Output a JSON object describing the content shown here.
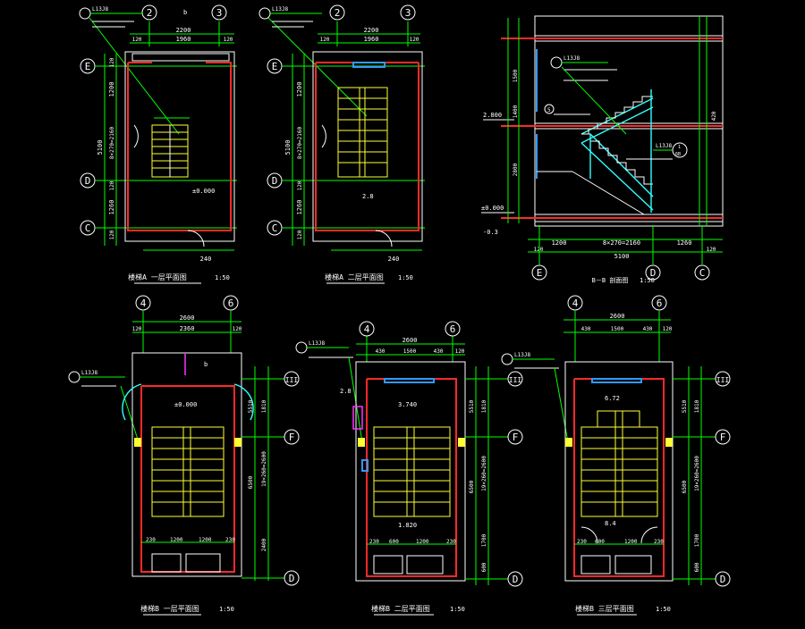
{
  "colors": {
    "background": "#000000",
    "dimension": "#00ff00",
    "outline": "#ffffff",
    "wall": "#ff2a2a",
    "stair": "#ffff33",
    "railing": "#33ffff",
    "magenta": "#ff33ff",
    "window": "#3399ff"
  },
  "axes": {
    "plan_a1": {
      "top": [
        "2",
        "3"
      ],
      "left": [
        "E",
        "D",
        "C"
      ]
    },
    "plan_a2": {
      "top": [
        "2",
        "3"
      ],
      "left": [
        "E",
        "D",
        "C"
      ]
    },
    "section": {
      "bottom": [
        "E",
        "D",
        "C"
      ]
    },
    "plan_b1": {
      "top": [
        "4",
        "6"
      ],
      "right": [
        "III",
        "F",
        "D"
      ]
    },
    "plan_b2": {
      "top": [
        "4",
        "6"
      ],
      "right": [
        "III",
        "F",
        "D"
      ]
    },
    "plan_b3": {
      "top": [
        "4",
        "6"
      ],
      "right": [
        "III",
        "F",
        "D"
      ]
    }
  },
  "plan_a1": {
    "title": "楼梯A 一层平面图",
    "scale": "1:50",
    "dim_top": [
      "2200",
      "1960",
      "120",
      "120"
    ],
    "dim_left": [
      "1200",
      "5100",
      "8×270=2160",
      "1260",
      "120",
      "120",
      "120"
    ],
    "dim_bottom": "240",
    "elevation": "±0.000",
    "tag": "L13J8",
    "cut": "b"
  },
  "plan_a2": {
    "title": "楼梯A 二层平面图",
    "scale": "1:50",
    "dim_top": [
      "2200",
      "1960",
      "120",
      "120"
    ],
    "dim_left": [
      "1200",
      "5100",
      "8×270=2160",
      "1260",
      "120",
      "120"
    ],
    "dim_bottom": "240",
    "elevation": "2.8",
    "tag": "L13J8"
  },
  "section": {
    "title": "B－B 剖面图",
    "scale": "1:50",
    "levels": [
      "2.800",
      "±0.000",
      "-0.3"
    ],
    "dim_bottom": [
      "1200",
      "8×270=2160",
      "1260",
      "5100",
      "120",
      "120"
    ],
    "dim_left": [
      "1500",
      "1400",
      "2800",
      "420"
    ],
    "tags": [
      "L13J8",
      "L13J8"
    ],
    "sub_index": [
      "5",
      "1",
      "6B"
    ]
  },
  "plan_b1": {
    "title": "楼梯B 一层平面图",
    "scale": "1:50",
    "dim_top": [
      "2600",
      "2360",
      "120",
      "120"
    ],
    "dim_right": [
      "1810",
      "5510",
      "19×260=2600",
      "2400",
      "6500"
    ],
    "dim_bottom": [
      "230",
      "1200",
      "1200",
      "230"
    ],
    "elevation": "±0.000",
    "tag": "L13J8",
    "cut": "b"
  },
  "plan_b2": {
    "title": "楼梯B 二层平面图",
    "scale": "1:50",
    "dim_top": [
      "2600",
      "1500",
      "430",
      "430",
      "120"
    ],
    "dim_right": [
      "1810",
      "5510",
      "19×260=2600",
      "1700",
      "600",
      "6500"
    ],
    "dim_bottom": [
      "230",
      "600",
      "1200",
      "230"
    ],
    "elevations": [
      "3.740",
      "1.820",
      "2.8"
    ],
    "tag": "L13J8"
  },
  "plan_b3": {
    "title": "楼梯B 三层平面图",
    "scale": "1:50",
    "dim_top": [
      "2600",
      "1500",
      "430",
      "430",
      "120"
    ],
    "dim_right": [
      "1810",
      "5510",
      "19×260=2600",
      "1700",
      "600",
      "6500"
    ],
    "dim_bottom": [
      "230",
      "600",
      "1200",
      "230"
    ],
    "elevations": [
      "6.72",
      "8.4"
    ],
    "tag": "L13J8"
  }
}
